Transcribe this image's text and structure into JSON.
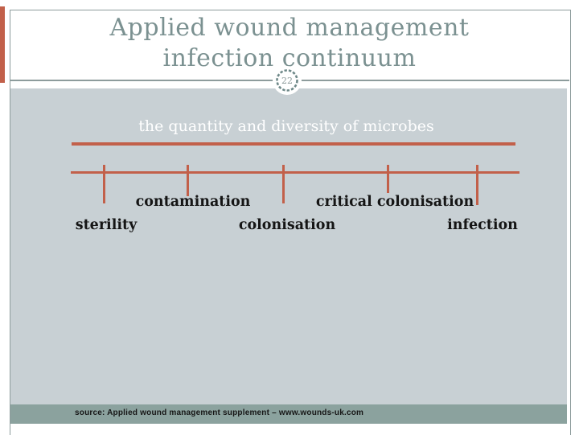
{
  "slide": {
    "title_line_1": "Applied wound management",
    "title_line_2": "infection continuum",
    "page_number": "22"
  },
  "diagram": {
    "subtitle": "the quantity and diversity of microbes",
    "upper_labels": [
      "contamination",
      "critical colonisation"
    ],
    "lower_labels": [
      "sterility",
      "colonisation",
      "infection"
    ]
  },
  "footer": {
    "source_text": "source: Applied wound management supplement – www.wounds-uk.com"
  },
  "colors": {
    "accent_rust": "#c2604a",
    "content_background": "#c8d0d4",
    "footer_band": "#8ba29e",
    "title_text": "#7b9191",
    "border_gray": "#8d9c9c",
    "label_text": "#151515",
    "subtitle_text": "#ffffff"
  }
}
